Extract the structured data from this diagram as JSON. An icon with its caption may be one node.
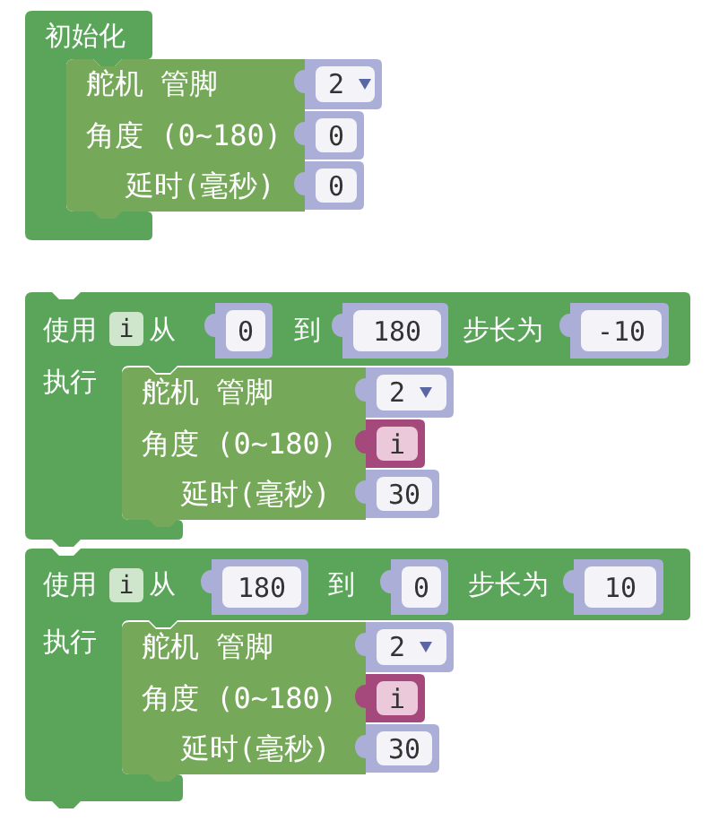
{
  "diagram": {
    "nodes": [
      {
        "text": [
          "初始化"
        ]
      },
      {
        "text": [
          "舵机 管脚",
          "角度 (0~180)",
          "延时(毫秒)"
        ]
      },
      {
        "text": [
          "2"
        ]
      },
      {
        "text": [
          "0"
        ]
      },
      {
        "text": [
          "0"
        ]
      },
      {
        "text": [
          "使用",
          "从",
          "到",
          "步长为",
          "执行"
        ]
      },
      {
        "text": [
          "i"
        ],
        "in": 5
      },
      {
        "text": [
          "0"
        ],
        "in": 5
      },
      {
        "text": [
          "180"
        ],
        "in": 5
      },
      {
        "text": [
          "-10"
        ],
        "in": 5
      },
      {
        "text": [
          "舵机 管脚",
          "角度 (0~180)",
          "延时(毫秒)"
        ],
        "in": 5
      },
      {
        "text": [
          "2"
        ],
        "in": 5
      },
      {
        "text": [
          "i"
        ],
        "in": 5
      },
      {
        "text": [
          "30"
        ],
        "in": 5
      },
      {
        "text": [
          "使用",
          "从",
          "到",
          "步长为",
          "执行"
        ]
      },
      {
        "text": [
          "i"
        ],
        "in": 14
      },
      {
        "text": [
          "180"
        ],
        "in": 14
      },
      {
        "text": [
          "0"
        ],
        "in": 14
      },
      {
        "text": [
          "10"
        ],
        "in": 14
      },
      {
        "text": [
          "舵机 管脚",
          "角度 (0~180)",
          "延时(毫秒)"
        ],
        "in": 14
      },
      {
        "text": [
          "2"
        ],
        "in": 14
      },
      {
        "text": [
          "i"
        ],
        "in": 14
      },
      {
        "text": [
          "30"
        ],
        "in": 14
      }
    ]
  }
}
